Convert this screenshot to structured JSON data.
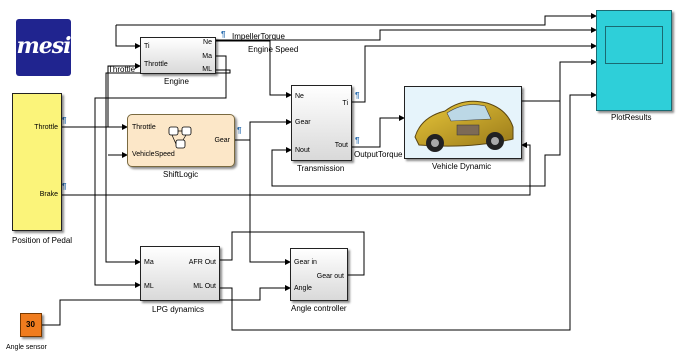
{
  "logo": {
    "text": "mesi",
    "color": "#20248f"
  },
  "signals": {
    "impeller_torque": "ImpellerTorque",
    "engine_speed": "Engine Speed",
    "throttle": "Throttle",
    "output_torque": "OutputTorque"
  },
  "blocks": {
    "engine": {
      "name": "Engine",
      "in_ports": [
        "Ti",
        "Throttle"
      ],
      "out_ports": [
        "Ne",
        "Ma",
        "ML"
      ]
    },
    "shift_logic": {
      "name": "ShiftLogic",
      "in_ports": [
        "Throttle",
        "VehicleSpeed"
      ],
      "out_ports": [
        "Gear"
      ]
    },
    "transmission": {
      "name": "Transmission",
      "in_ports": [
        "Ne",
        "Gear",
        "Nout"
      ],
      "out_ports": [
        "Ti",
        "Tout"
      ]
    },
    "vehicle_dynamic": {
      "name": "Vehicle Dynamic"
    },
    "plot_results": {
      "name": "PlotResults"
    },
    "pedal": {
      "name": "Position of Pedal",
      "out_ports": [
        "Throttle",
        "Brake"
      ]
    },
    "lpg": {
      "name": "LPG dynamics",
      "in_ports": [
        "Ma",
        "ML"
      ],
      "out_ports": [
        "AFR Out",
        "ML Out"
      ]
    },
    "angle_controller": {
      "name": "Angle controller",
      "in_ports": [
        "Gear in",
        "Angle"
      ],
      "out_ports": [
        "Gear out"
      ]
    },
    "angle_sensor": {
      "name": "Angle sensor",
      "value": "30"
    }
  },
  "probe_icon": "signal-probe-icon",
  "colors": {
    "scope": "#2ecfd9",
    "pedal": "#fbf47a",
    "shift_logic": "#fce7c8",
    "constant": "#f07c1e",
    "vehicle_screen": "#e6f4fb"
  }
}
